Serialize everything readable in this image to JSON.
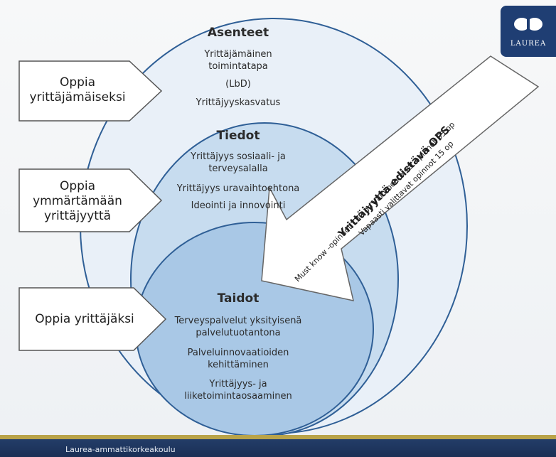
{
  "logo": {
    "text": "LAUREA"
  },
  "circles": {
    "outer": {
      "title": "Asenteet",
      "items": [
        "Yrittäjämäinen toimintatapa",
        "(LbD)",
        "Yrittäjyyskasvatus"
      ]
    },
    "middle": {
      "title": "Tiedot",
      "items": [
        "Yrittäjyys sosiaali- ja terveysalalla",
        "Yrittäjyys uravaihtoehtona",
        "Ideointi ja innovointi"
      ]
    },
    "inner": {
      "title": "Taidot",
      "items": [
        "Terveyspalvelut yksityisenä palvelutuotantona",
        "Palveluinnovaatioiden kehittäminen",
        "Yrittäjyys- ja liiketoimintaosaaminen"
      ]
    }
  },
  "side_labels": [
    "Oppia yrittäjämäiseksi",
    "Oppia ymmärtämään yrittäjyyttä",
    "Oppia yrittäjäksi"
  ],
  "arrow": {
    "title": "Yrittäjyyttä edistävä OPS",
    "line1": "Must know -opinnot 130 op Vaihtoehtoiset opinnot 65 op",
    "line2": "Vapaasti valittavat opinnot 15 op"
  },
  "footer": {
    "text": "Laurea-ammattikorkeakoulu"
  },
  "colors": {
    "navy": "#1f3e73",
    "gold": "#b9a349",
    "circle_outer": "#e9f0f8",
    "circle_middle": "#c7dcef",
    "circle_inner": "#a9c8e6"
  }
}
